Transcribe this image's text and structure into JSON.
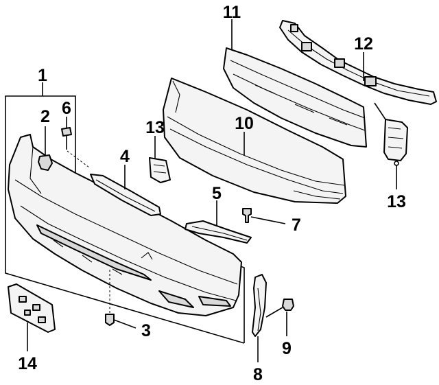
{
  "diagram": {
    "callouts": [
      {
        "id": "c1",
        "label": "1"
      },
      {
        "id": "c2",
        "label": "2"
      },
      {
        "id": "c3",
        "label": "3"
      },
      {
        "id": "c4",
        "label": "4"
      },
      {
        "id": "c5",
        "label": "5"
      },
      {
        "id": "c6",
        "label": "6"
      },
      {
        "id": "c7",
        "label": "7"
      },
      {
        "id": "c8",
        "label": "8"
      },
      {
        "id": "c9",
        "label": "9"
      },
      {
        "id": "c10",
        "label": "10"
      },
      {
        "id": "c11",
        "label": "11"
      },
      {
        "id": "c12",
        "label": "12"
      },
      {
        "id": "c13a",
        "label": "13"
      },
      {
        "id": "c13b",
        "label": "13"
      },
      {
        "id": "c14",
        "label": "14"
      }
    ]
  }
}
